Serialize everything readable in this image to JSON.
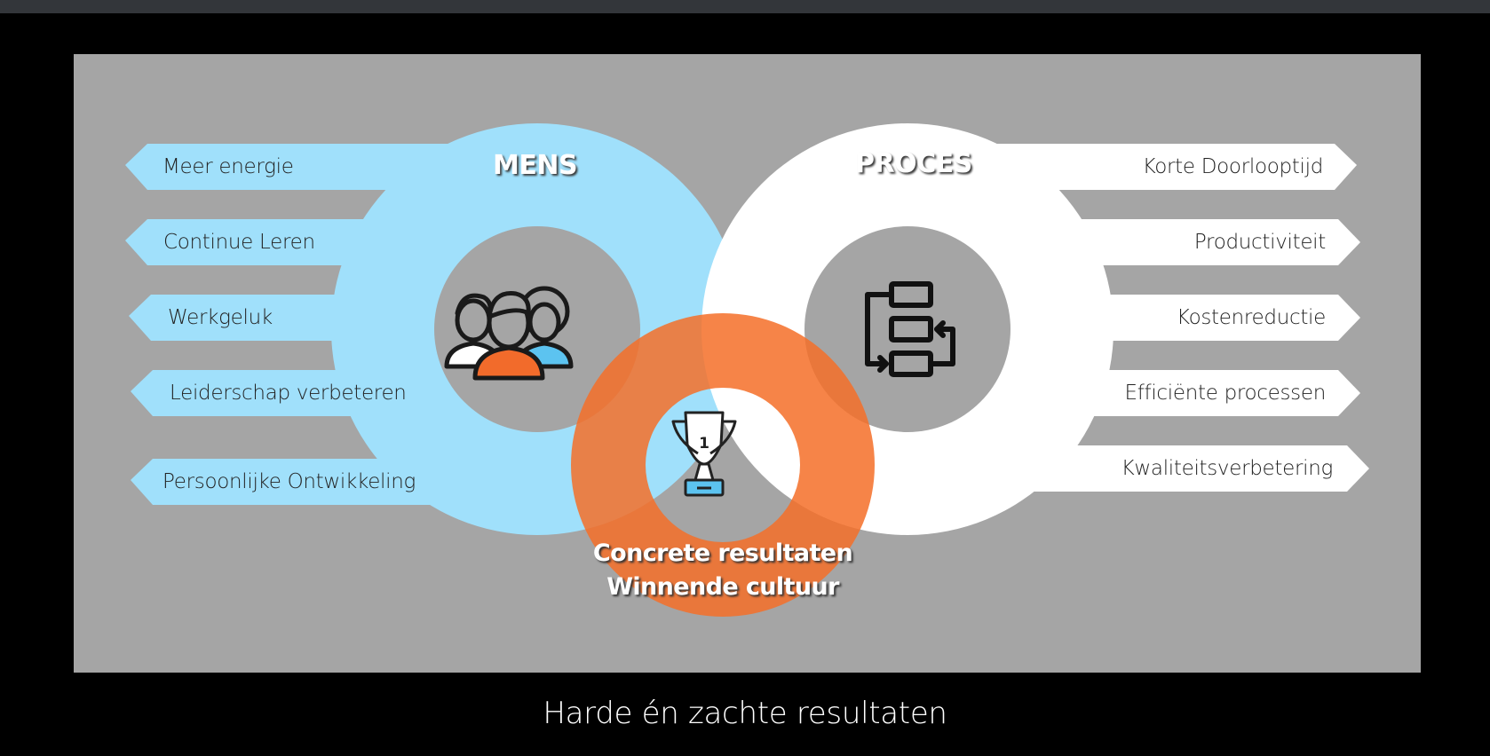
{
  "colors": {
    "slide_bg": "#a5a5a5",
    "mens_blue": "#a0e0fb",
    "proces_white": "#ffffff",
    "orange": "#f27431",
    "icon_stroke": "#1a1a1a",
    "person_orange": "#f26b2b",
    "person_blue": "#5cc3f0",
    "trophy_base_blue": "#5cc3f0"
  },
  "mens": {
    "heading": "MENS",
    "icon": "people-group-icon",
    "items": [
      {
        "label": "Meer energie"
      },
      {
        "label": "Continue Leren"
      },
      {
        "label": "Werkgeluk"
      },
      {
        "label": "Leiderschap verbeteren"
      },
      {
        "label": "Persoonlijke Ontwikkeling"
      }
    ]
  },
  "proces": {
    "heading": "PROCES",
    "icon": "process-flow-icon",
    "items": [
      {
        "label": "Korte Doorlooptijd"
      },
      {
        "label": "Productiviteit"
      },
      {
        "label": "Kostenreductie"
      },
      {
        "label": "Efficiënte processen"
      },
      {
        "label": "Kwaliteitsverbetering"
      }
    ]
  },
  "result": {
    "icon": "trophy-icon",
    "trophy_number": "1",
    "line1": "Concrete resultaten",
    "line2": "Winnende cultuur"
  },
  "caption": "Harde én zachte resultaten"
}
